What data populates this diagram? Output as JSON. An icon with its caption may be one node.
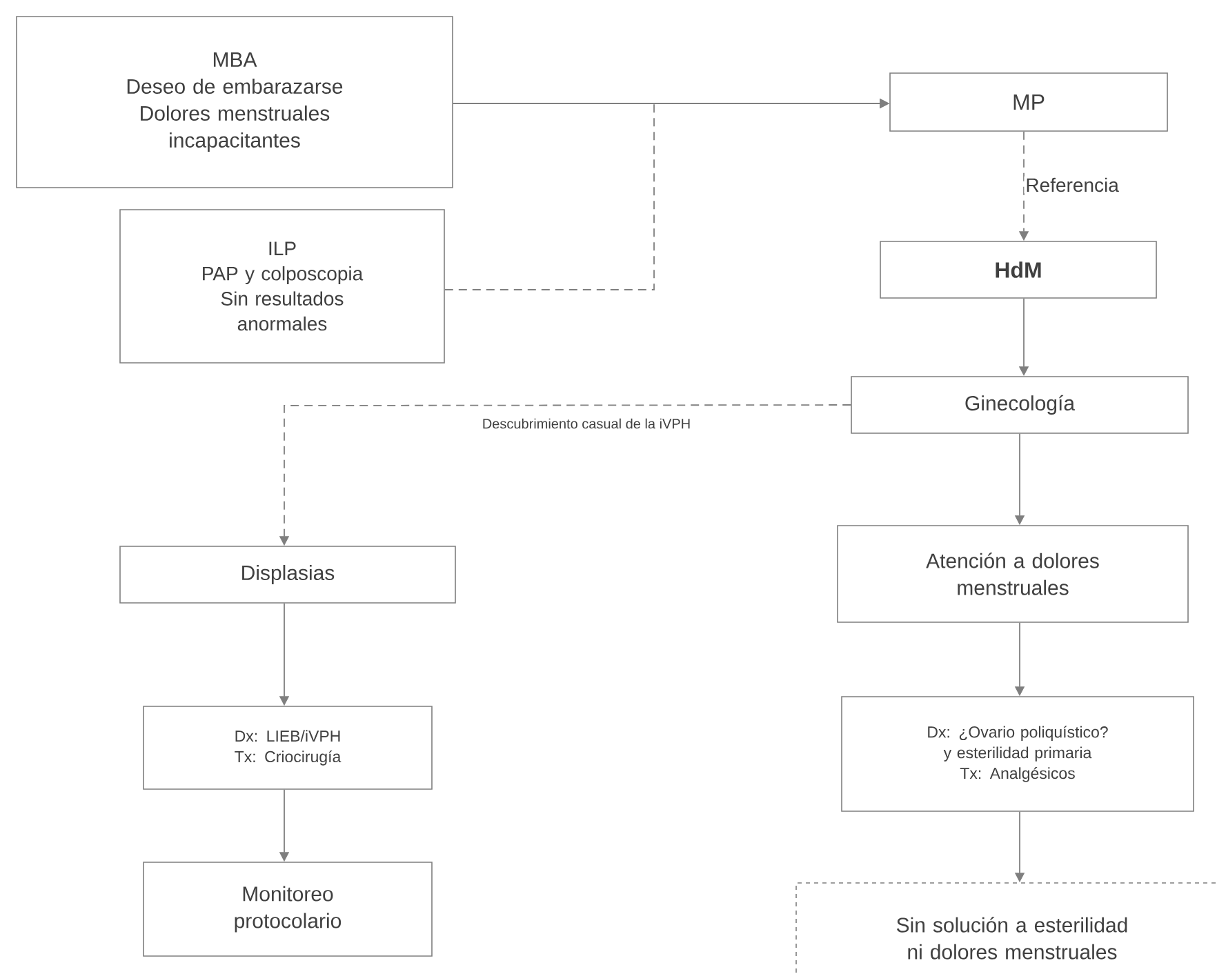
{
  "diagram": {
    "nodes": [
      {
        "text": [
          "MBA",
          "Deseo de embarazarse",
          "Dolores menstruales incapacitantes"
        ]
      },
      {
        "text": [
          "ILP",
          "PAP y colposcopia",
          "Sin resultados anormales"
        ]
      },
      {
        "text": [
          "MP"
        ]
      },
      {
        "text": [
          "HdM"
        ]
      },
      {
        "text": [
          "Ginecología"
        ]
      },
      {
        "text": [
          "Displasias"
        ]
      },
      {
        "text": [
          "Dx: LIEB/iVPH",
          "Tx: Criocirugía"
        ]
      },
      {
        "text": [
          "Monitoreo protocolario"
        ]
      },
      {
        "text": [
          "Atención a dolores menstruales"
        ]
      },
      {
        "text": [
          "Dx: ¿Ovario poliquístico? y esterilidad primaria",
          "Tx: Analgésicos"
        ]
      },
      {
        "text": [
          "Sin solución a esterilidad ni dolores menstruales"
        ]
      }
    ],
    "edges": [
      {
        "from": 0,
        "to": 2,
        "arrow": "to"
      },
      {
        "from": 1,
        "to": 2,
        "arrow": "to",
        "style": "dashed"
      },
      {
        "from": 2,
        "to": 3,
        "arrow": "to",
        "style": "dashed",
        "label": "Referencia"
      },
      {
        "from": 3,
        "to": 4,
        "arrow": "to"
      },
      {
        "from": 4,
        "to": 5,
        "arrow": "to",
        "style": "dashed",
        "label": "Descubrimiento casual de la iVPH"
      },
      {
        "from": 5,
        "to": 6,
        "arrow": "to"
      },
      {
        "from": 6,
        "to": 7,
        "arrow": "to"
      },
      {
        "from": 4,
        "to": 8,
        "arrow": "to"
      },
      {
        "from": 8,
        "to": 9,
        "arrow": "to"
      },
      {
        "from": 9,
        "to": 10,
        "arrow": "to"
      }
    ]
  }
}
